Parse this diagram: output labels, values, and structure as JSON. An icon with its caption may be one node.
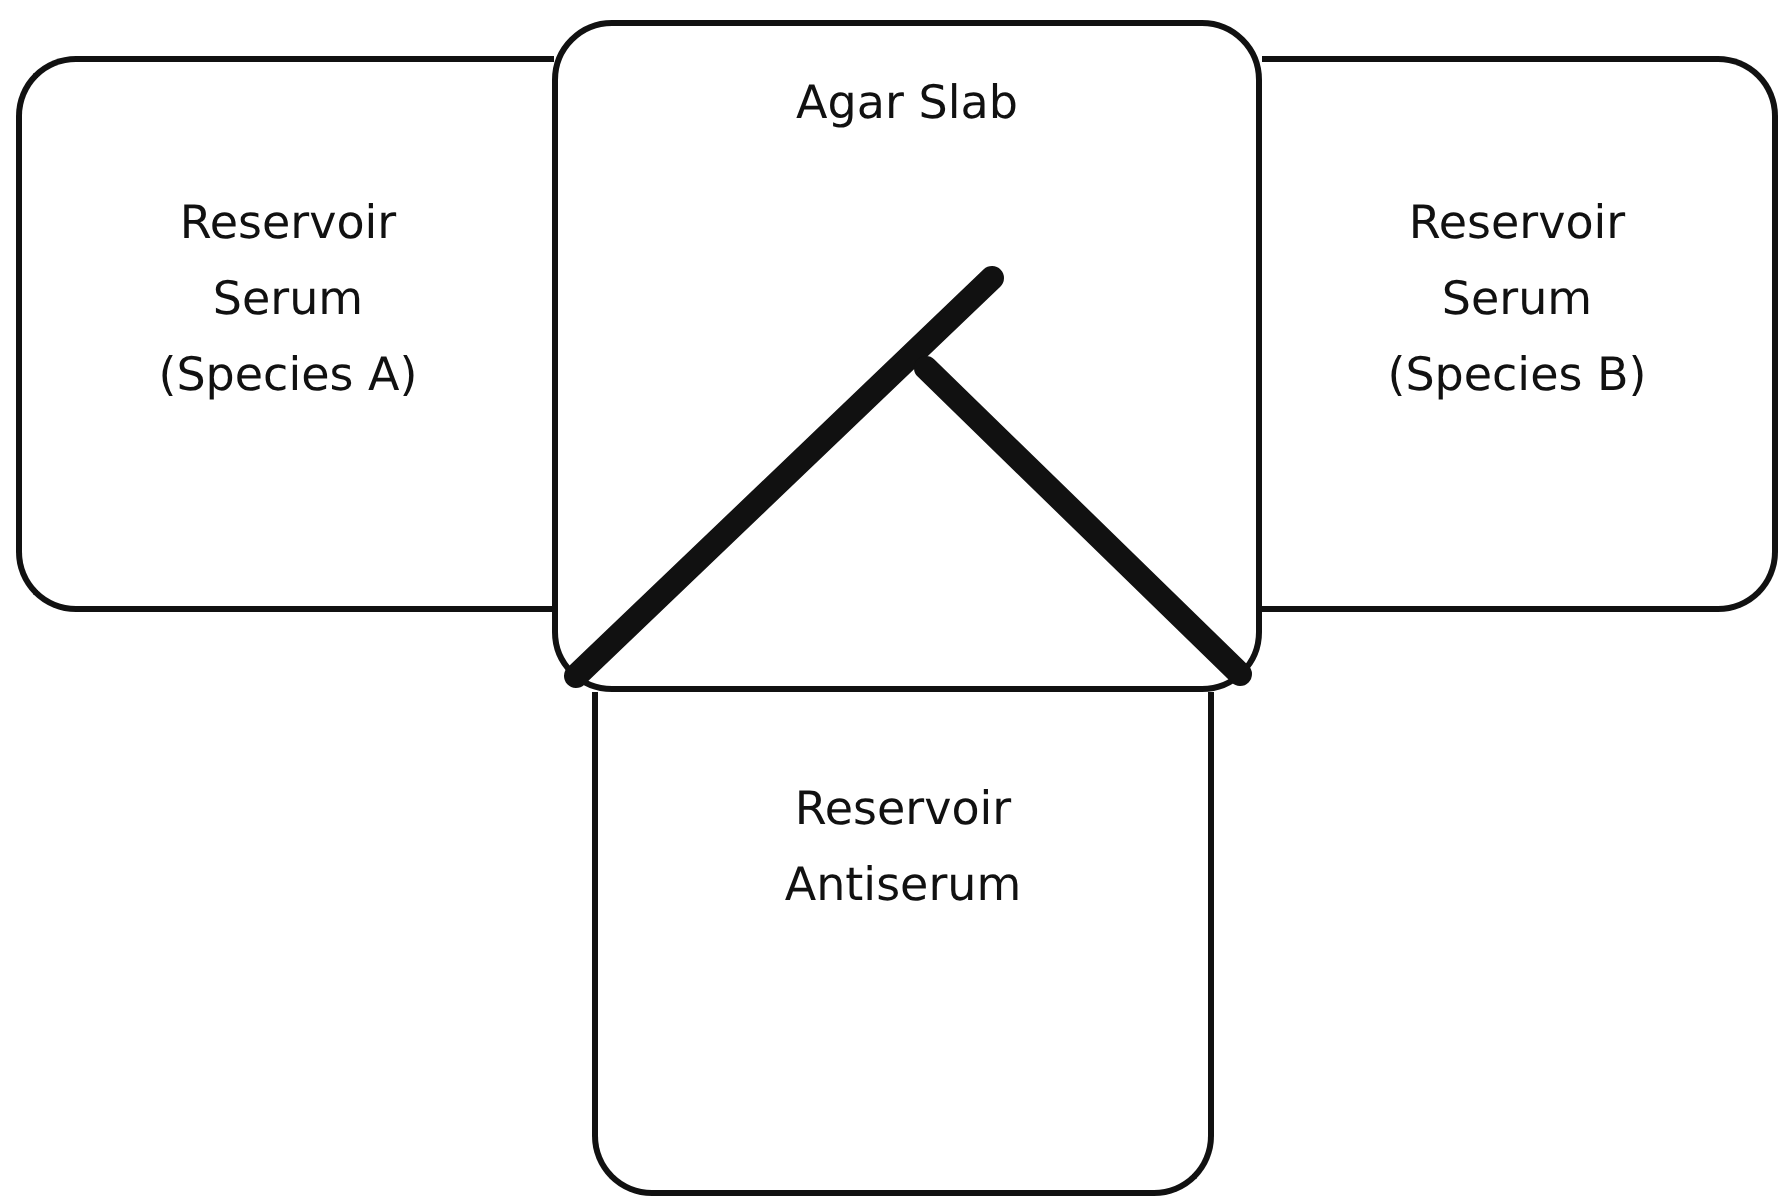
{
  "diagram": {
    "nodes": [
      {
        "text": [
          "Reservoir Serum (Species A)"
        ]
      },
      {
        "text": [
          "Agar Slab"
        ]
      },
      {
        "text": [
          "Reservoir Serum (Species B)"
        ]
      },
      {
        "text": [
          "Reservoir Antiserum"
        ]
      }
    ],
    "edges": []
  }
}
